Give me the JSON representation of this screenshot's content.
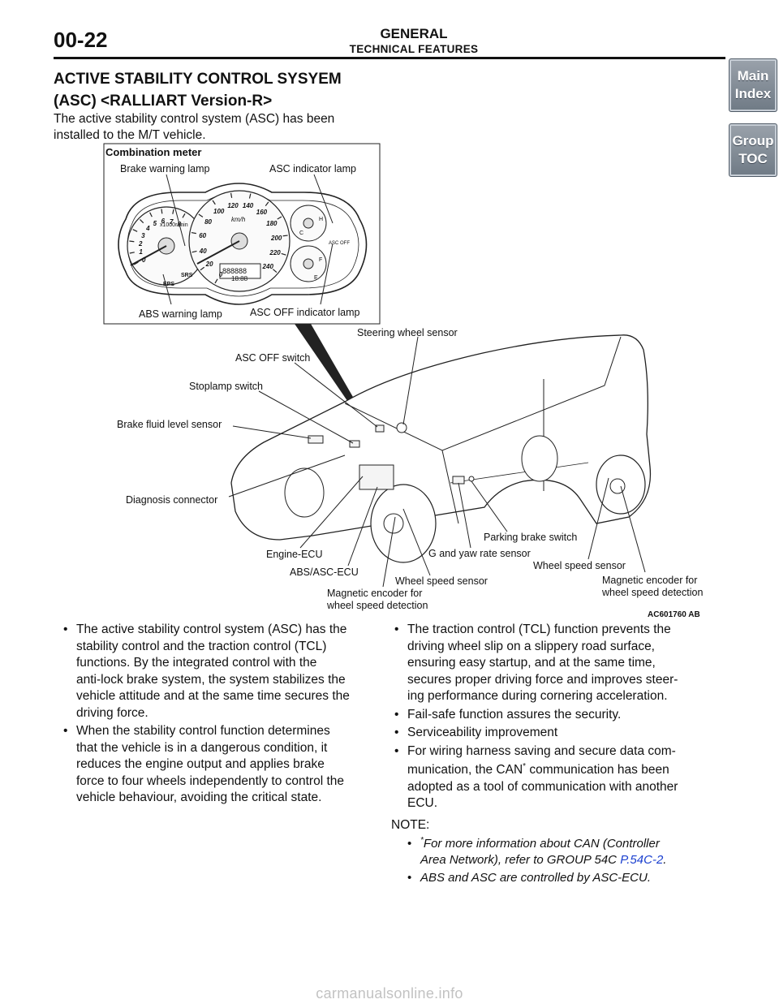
{
  "header": {
    "page_number": "00-22",
    "group": "GENERAL",
    "section": "TECHNICAL FEATURES"
  },
  "nav": {
    "main_index": [
      "Main",
      "Index"
    ],
    "group_toc": [
      "Group",
      "TOC"
    ]
  },
  "title": {
    "line1": "ACTIVE STABILITY CONTROL SYSYEM",
    "line2": "(ASC) <RALLIART Version-R>"
  },
  "intro": {
    "line1": "The active stability control system (ASC) has been",
    "line2": "installed to the M/T vehicle."
  },
  "figure": {
    "combination_meter": "Combination meter",
    "brake_warning_lamp": "Brake warning lamp",
    "asc_indicator_lamp": "ASC indicator lamp",
    "abs_warning_lamp": "ABS warning lamp",
    "asc_off_indicator_lamp": "ASC OFF indicator lamp",
    "steering_wheel_sensor": "Steering wheel sensor",
    "asc_off_switch": "ASC OFF switch",
    "stoplamp_switch": "Stoplamp switch",
    "brake_fluid_level_sensor": "Brake fluid level sensor",
    "diagnosis_connector": "Diagnosis connector",
    "engine_ecu": "Engine-ECU",
    "abs_asc_ecu": "ABS/ASC-ECU",
    "magnetic_encoder_front": [
      "Magnetic encoder for",
      "wheel speed detection"
    ],
    "wheel_speed_sensor_front": "Wheel speed sensor",
    "g_yaw_rate_sensor": "G and yaw rate sensor",
    "parking_brake_switch": "Parking brake switch",
    "wheel_speed_sensor_rear": "Wheel speed sensor",
    "magnetic_encoder_rear": [
      "Magnetic encoder for",
      "wheel speed detection"
    ],
    "figure_id": "AC601760 AB",
    "gauge": {
      "tach_unit": "x1000r/min",
      "speed_unit": "km/h",
      "tach_ticks": [
        "0",
        "1",
        "2",
        "3",
        "4",
        "5",
        "6",
        "7",
        "8"
      ],
      "speed_ticks": [
        "0",
        "20",
        "40",
        "60",
        "80",
        "100",
        "120",
        "140",
        "160",
        "180",
        "200",
        "220",
        "240"
      ],
      "odometer": "888888",
      "clock": "18:88",
      "eps": "EPS",
      "srs": "SRS",
      "asc_off": "ASC OFF",
      "temp_h": "H",
      "temp_c": "C",
      "fuel_f": "F",
      "fuel_e": "E"
    }
  },
  "left_bullets": [
    [
      "The active stability control system (ASC) has the",
      "stability control and the traction control (TCL)",
      "functions. By the integrated control with the",
      "anti-lock brake system, the system stabilizes the",
      "vehicle attitude and at the same time secures the",
      "driving force."
    ],
    [
      "When the stability control function determines",
      "that the vehicle is in a dangerous condition, it",
      "reduces the engine output and applies brake",
      "force to four wheels independently to control the",
      "vehicle behaviour, avoiding the critical state."
    ]
  ],
  "right_bullets": {
    "tcl": [
      "The traction control (TCL) function prevents the",
      "driving wheel slip on a slippery road surface,",
      "ensuring easy startup, and at the same time,",
      "secures proper driving force and improves steer-",
      "ing performance during cornering acceleration."
    ],
    "failsafe": "Fail-safe function assures the security.",
    "service": "Serviceability improvement",
    "can_line1": "For wiring harness saving and secure data com-",
    "can_line2a": "munication, the CAN",
    "can_line2b": " communication has been",
    "can_line3": "adopted as a tool of communication with another",
    "can_line4": "ECU."
  },
  "note": {
    "label": "NOTE:",
    "n1_line1": "For more information about CAN (Controller",
    "n1_line2a": "Area Network), refer to GROUP 54C ",
    "n1_link": "P.54C-2",
    "n1_end": ".",
    "n2": "ABS and ASC are controlled by ASC-ECU.",
    "asterisk": "*"
  },
  "bullet_char": "•",
  "footer": "carmanualsonline.info"
}
